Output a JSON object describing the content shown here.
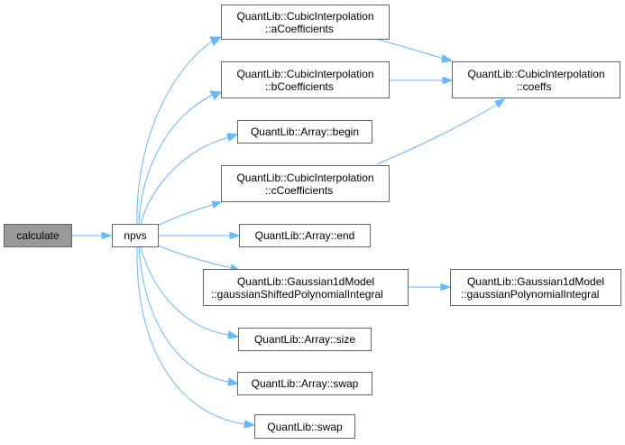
{
  "nodes": {
    "calculate": {
      "label": "calculate"
    },
    "npvs": {
      "label": "npvs"
    },
    "a_coefficients": {
      "line1": "QuantLib::CubicInterpolation",
      "line2": "::aCoefficients"
    },
    "b_coefficients": {
      "line1": "QuantLib::CubicInterpolation",
      "line2": "::bCoefficients"
    },
    "array_begin": {
      "label": "QuantLib::Array::begin"
    },
    "c_coefficients": {
      "line1": "QuantLib::CubicInterpolation",
      "line2": "::cCoefficients"
    },
    "array_end": {
      "label": "QuantLib::Array::end"
    },
    "shifted_integral": {
      "line1": "QuantLib::Gaussian1dModel",
      "line2": "::gaussianShiftedPolynomialIntegral"
    },
    "array_size": {
      "label": "QuantLib::Array::size"
    },
    "array_swap": {
      "label": "QuantLib::Array::swap"
    },
    "quantlib_swap": {
      "label": "QuantLib::swap"
    },
    "coeffs": {
      "line1": "QuantLib::CubicInterpolation",
      "line2": "::coeffs"
    },
    "polynomial_integral": {
      "line1": "QuantLib::Gaussian1dModel",
      "line2": "::gaussianPolynomialIntegral"
    }
  },
  "colors": {
    "edge": "#63b8ff",
    "node_border": "#666666",
    "root_fill": "#999999"
  }
}
